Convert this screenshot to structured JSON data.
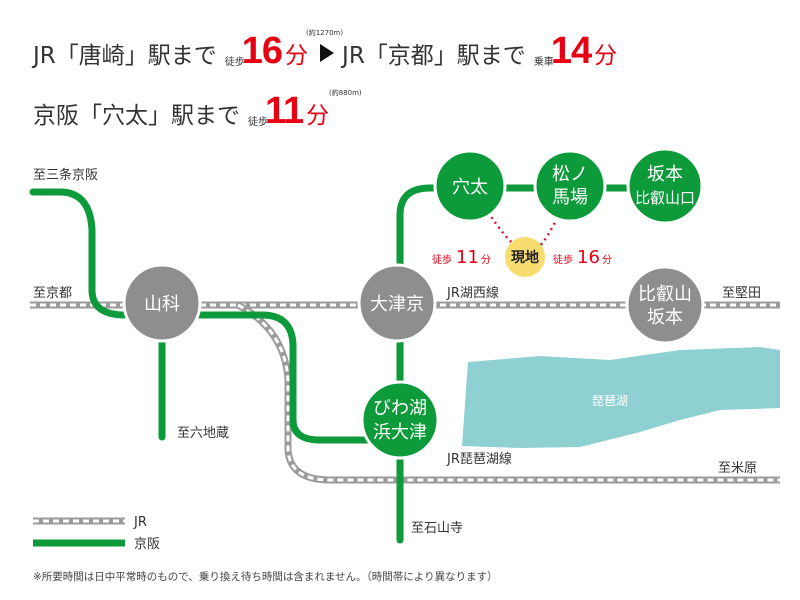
{
  "header": {
    "line1": {
      "part1_text": "JR「唐崎」駅まで",
      "part1_mode": "徒歩",
      "part1_value": "16",
      "part1_unit": "分",
      "part1_distance": "(約1270m)",
      "part2_text": "JR「京都」駅まで",
      "part2_mode": "乗車",
      "part2_value": "14",
      "part2_unit": "分"
    },
    "line2": {
      "text": "京阪「穴太」駅まで",
      "mode": "徒歩",
      "value": "11",
      "unit": "分",
      "distance": "(約880m)"
    }
  },
  "map": {
    "destinations": {
      "sanjo_keihan": "至三条京阪",
      "kyoto": "至京都",
      "rokujizo": "至六地蔵",
      "katata": "至堅田",
      "maibara": "至米原",
      "ishiyamadera": "至石山寺"
    },
    "stations": {
      "yamashina": "山科",
      "otsukyo": "大津京",
      "biwako_hamaotsu_1": "びわ湖",
      "biwako_hamaotsu_2": "浜大津",
      "anou": "穴太",
      "matsunobamba_1": "松ノ",
      "matsunobamba_2": "馬場",
      "sakamoto_hieizanguchi_1": "坂本",
      "sakamoto_hieizanguchi_2": "比叡山口",
      "hieizan_sakamoto_1": "比叡山",
      "hieizan_sakamoto_2": "坂本"
    },
    "lines": {
      "kosei": "JR湖西線",
      "biwako": "JR琵琶湖線"
    },
    "lake": "琵琶湖",
    "current": "現地",
    "walk_anou": {
      "mode": "徒歩",
      "value": "11",
      "unit": "分"
    },
    "walk_matsu": {
      "mode": "徒歩",
      "value": "16",
      "unit": "分"
    },
    "legend": {
      "jr": "JR",
      "keihan": "京阪"
    },
    "colors": {
      "keihan": "#0d9a3a",
      "jr": "#9b9b9b",
      "station_grey": "#8e8e8e",
      "lake": "#8fd0d3",
      "current": "#f7dc6f"
    }
  },
  "note": "※所要時間は日中平常時のもので、乗り換え待ち時間は含まれません。（時間帯により異なります）"
}
